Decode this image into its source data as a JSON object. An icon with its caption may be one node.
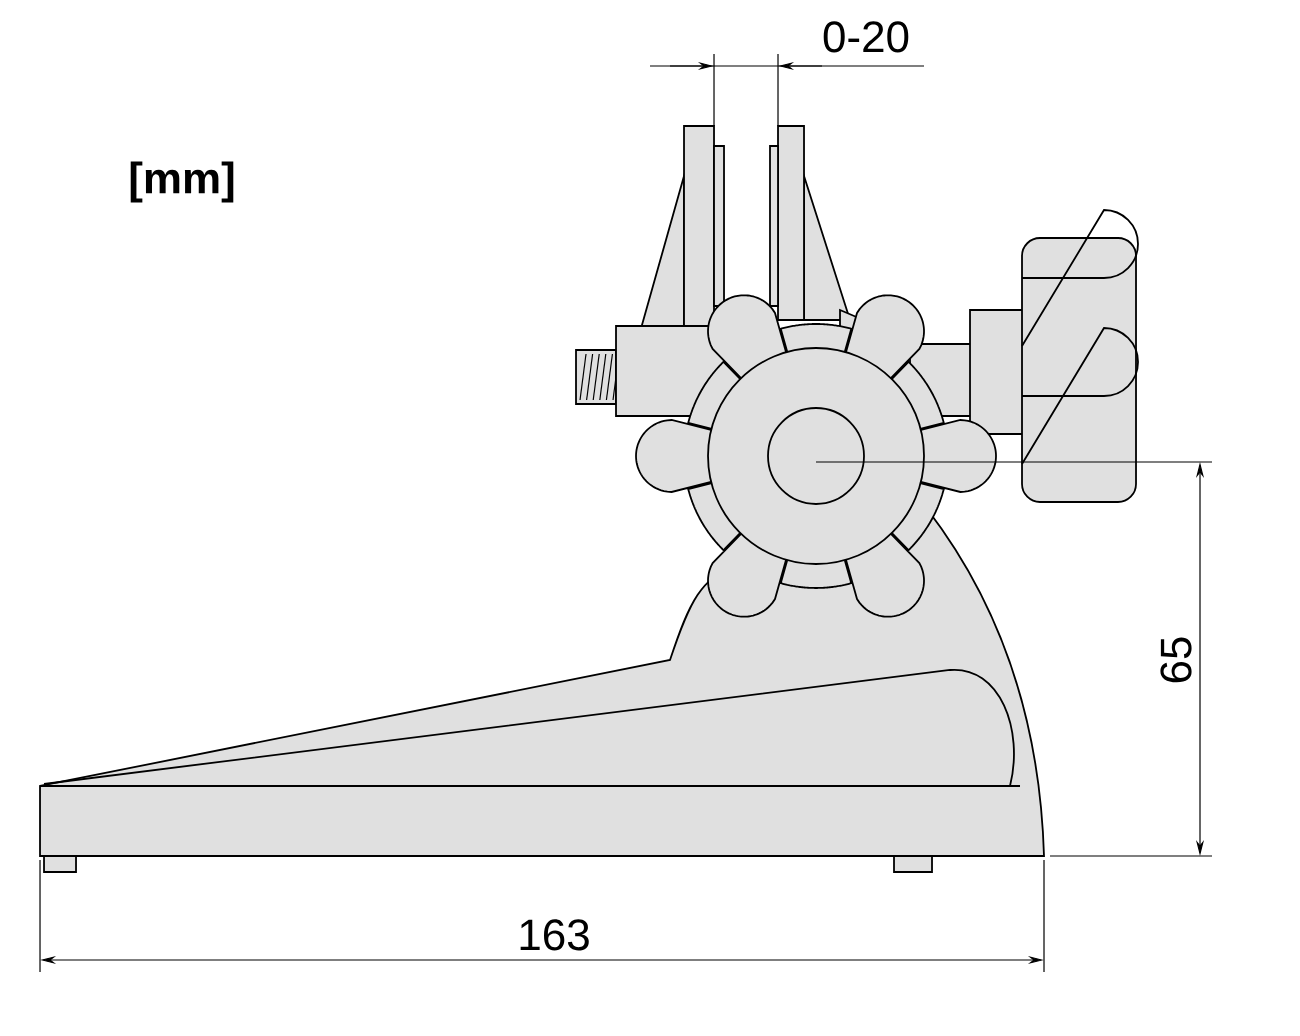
{
  "diagram": {
    "labels": [
      "0-20",
      "[mm]",
      "65",
      "163"
    ]
  }
}
